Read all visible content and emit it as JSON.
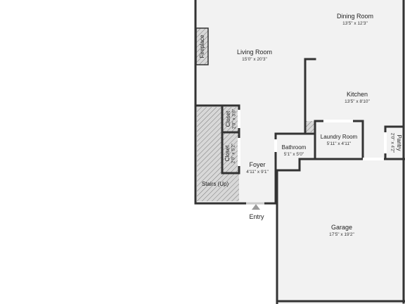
{
  "plan": {
    "colors": {
      "wall": "#333333",
      "floor": "#f2f2f2",
      "hatch": "#7a7a7a",
      "background": "#ffffff"
    },
    "rooms": {
      "dining_room": {
        "name": "Dining Room",
        "dim": "13'5\" x 12'3\""
      },
      "living_room": {
        "name": "Living Room",
        "dim": "15'0\" x 20'3\""
      },
      "kitchen": {
        "name": "Kitchen",
        "dim": "13'5\" x 8'10\""
      },
      "closet_1": {
        "name": "Closet",
        "dim": "2'0\" x 3'6\""
      },
      "closet_2": {
        "name": "Closet",
        "dim": "2'0\" x 5'2\""
      },
      "bathroom": {
        "name": "Bathroom",
        "dim": "5'1\" x 5'0\""
      },
      "laundry_room": {
        "name": "Laundry Room",
        "dim": "5'11\" x 4'11\""
      },
      "pantry": {
        "name": "Pantry",
        "dim": "2'0\" x 4'2\""
      },
      "foyer": {
        "name": "Foyer",
        "dim": "4'11\" x 9'1\""
      },
      "garage": {
        "name": "Garage",
        "dim": "17'5\" x 19'2\""
      }
    },
    "fireplace": "Fireplace",
    "stairs": "Stairs (Up)",
    "entry": "Entry"
  }
}
